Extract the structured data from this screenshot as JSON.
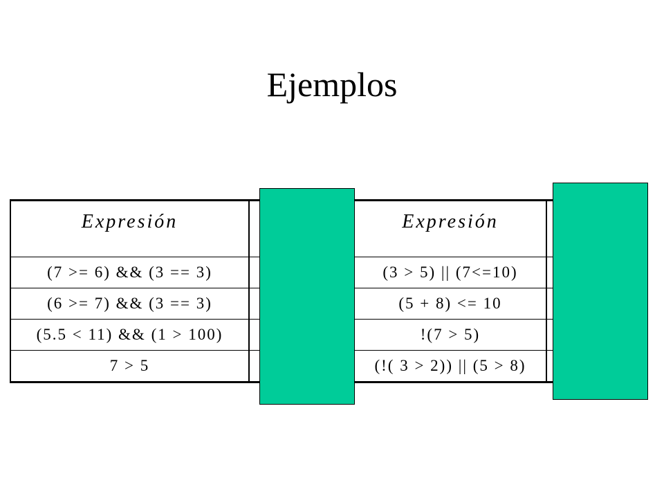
{
  "slide": {
    "title": "Ejemplos"
  },
  "table": {
    "header": {
      "left_expr": "Expresión",
      "right_expr": "Expresión"
    },
    "rows": [
      {
        "left": "(7 >= 6) && (3 == 3)",
        "right": "(3 > 5) || (7<=10)"
      },
      {
        "left": "(6 >= 7) && (3 == 3)",
        "right": "(5 + 8) <= 10"
      },
      {
        "left": "(5.5 < 11) && (1 > 100)",
        "right": "!(7 > 5)"
      },
      {
        "left": "7 > 5",
        "right": "(!( 3 > 2)) || (5 > 8)"
      }
    ]
  },
  "colors": {
    "cover_block": "#00cc99"
  }
}
